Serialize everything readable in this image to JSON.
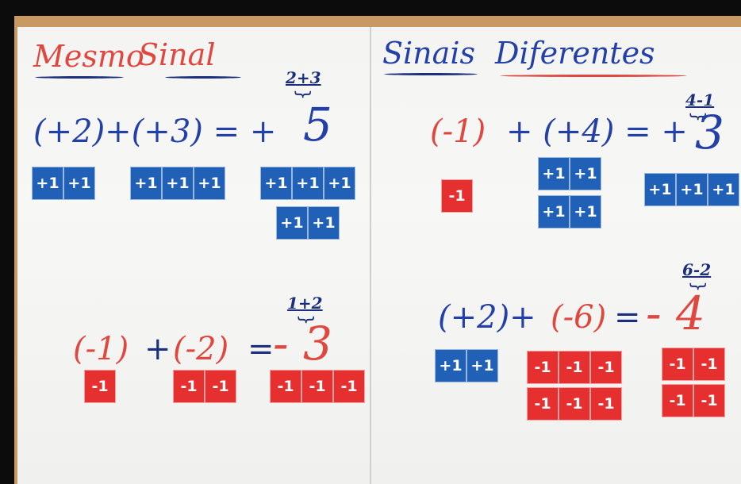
{
  "left": {
    "title_word1": "Mesmo",
    "title_word2": "Sinal",
    "example1": {
      "equation": "(+2)+(+3) = +",
      "result": "5",
      "note": "2+3",
      "tile_label": "+1"
    },
    "example2": {
      "open1": "(-1)",
      "plus": "+",
      "open2": "(-2)",
      "equals": "=",
      "result": "- 3",
      "note": "1+2",
      "tile_label": "-1"
    }
  },
  "right": {
    "title_word1": "Sinais",
    "title_word2": "Diferentes",
    "example1": {
      "part1": "(-1)",
      "part2": "+ (+4) = +",
      "result": "3",
      "note": "4-1",
      "pos_label": "+1",
      "neg_label": "-1"
    },
    "example2": {
      "part1": "(+2)+",
      "part2": "(-6)",
      "equals": "=",
      "result": "- 4",
      "note": "6-2",
      "pos_label": "+1",
      "neg_label": "-1"
    }
  },
  "colors": {
    "positive_tile": "#2060b6",
    "negative_tile": "#e5302f",
    "blue_marker": "#2340a8",
    "red_marker": "#e0473f"
  }
}
